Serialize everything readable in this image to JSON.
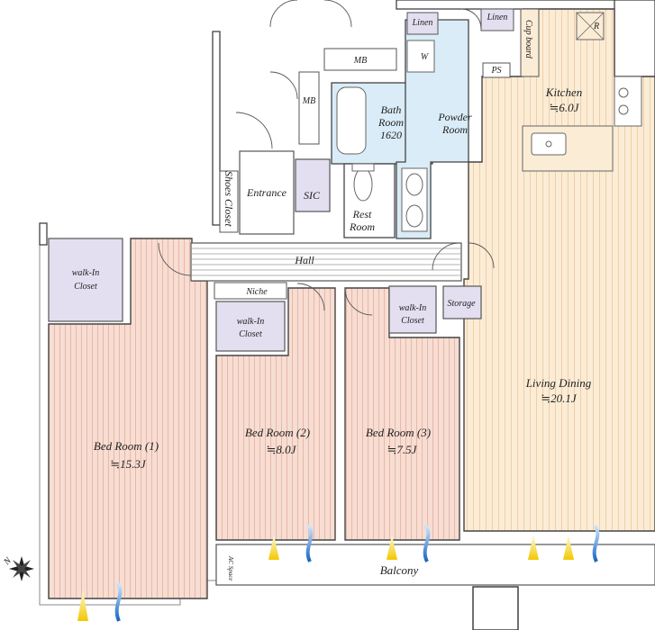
{
  "rooms": {
    "kitchen": {
      "name": "Kitchen",
      "size": "≒6.0J"
    },
    "living_dining": {
      "name": "Living Dining",
      "size": "≒20.1J"
    },
    "bed1": {
      "name": "Bed Room (1)",
      "size": "≒15.3J"
    },
    "bed2": {
      "name": "Bed Room (2)",
      "size": "≒8.0J"
    },
    "bed3": {
      "name": "Bed Room (3)",
      "size": "≒7.5J"
    },
    "bath": {
      "name": "Bath",
      "name2": "Room",
      "size": "1620"
    },
    "powder": {
      "name": "Powder",
      "name2": "Room"
    },
    "rest": {
      "name": "Rest",
      "name2": "Room"
    },
    "entrance": "Entrance",
    "sic": "SIC",
    "hall": "Hall",
    "niche": "Niche",
    "balcony": "Balcony",
    "shoes_closet": "Shoes Closet",
    "cupboard": "Cup board",
    "storage": "Storage",
    "walkin1": {
      "l1": "walk-In",
      "l2": "Closet"
    },
    "walkin2": {
      "l1": "walk-In",
      "l2": "Closet"
    },
    "walkin3": {
      "l1": "walk-In",
      "l2": "Closet"
    },
    "linen1": "Linen",
    "linen2": "Linen",
    "w": "W",
    "mb1": "MB",
    "mb2": "MB",
    "ps": "PS",
    "r": "R",
    "ac_space": "AC Space",
    "north": "N"
  },
  "colors": {
    "bedroom_floor": "#f7ddd2",
    "bedroom_stripe": "#e8b8a8",
    "living_floor": "#fbecd6",
    "living_stripe": "#f0cfa6",
    "closet": "#e3dff0",
    "wet_area": "#d9ecf7",
    "hall_line": "#999999"
  }
}
